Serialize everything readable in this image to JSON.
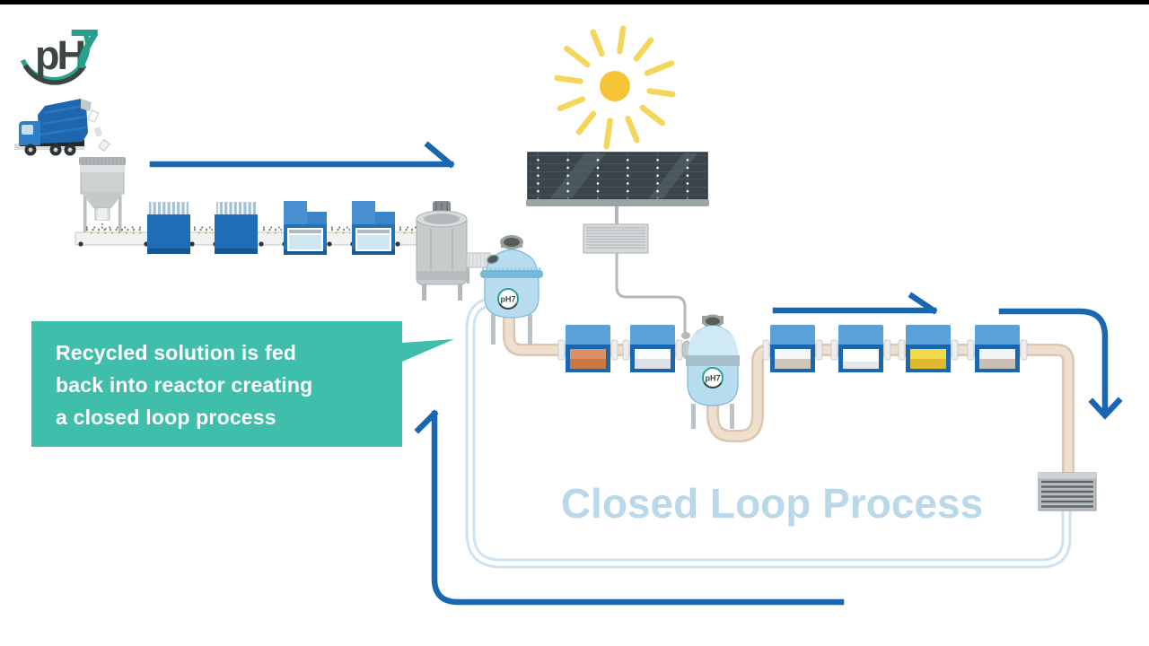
{
  "logo": {
    "prefix": "pH",
    "suffix": "7"
  },
  "callout": {
    "lines": [
      "Recycled solution is fed",
      "back into reactor creating",
      "a closed loop process"
    ]
  },
  "labels": {
    "closed_loop": "Closed Loop Process"
  },
  "vessels": {
    "reactor_badge": "pH7",
    "polisher_badge": "pH7"
  },
  "colors": {
    "brand_teal": "#3fbfab",
    "logo_teal": "#27a08d",
    "logo_dark": "#3e4742",
    "arrow_blue": "#1a67b1",
    "machine_blue": "#2272ba",
    "vessel_blue": "#b8ddf1",
    "pipe_beige": "#e9d6c3",
    "loop_pipe_blue": "#cde3f1",
    "sun_yellow": "#f6c437",
    "loop_label_blue": "#b9d8ea",
    "container_orange": "#de9064",
    "container_yellow": "#f2d84b"
  }
}
